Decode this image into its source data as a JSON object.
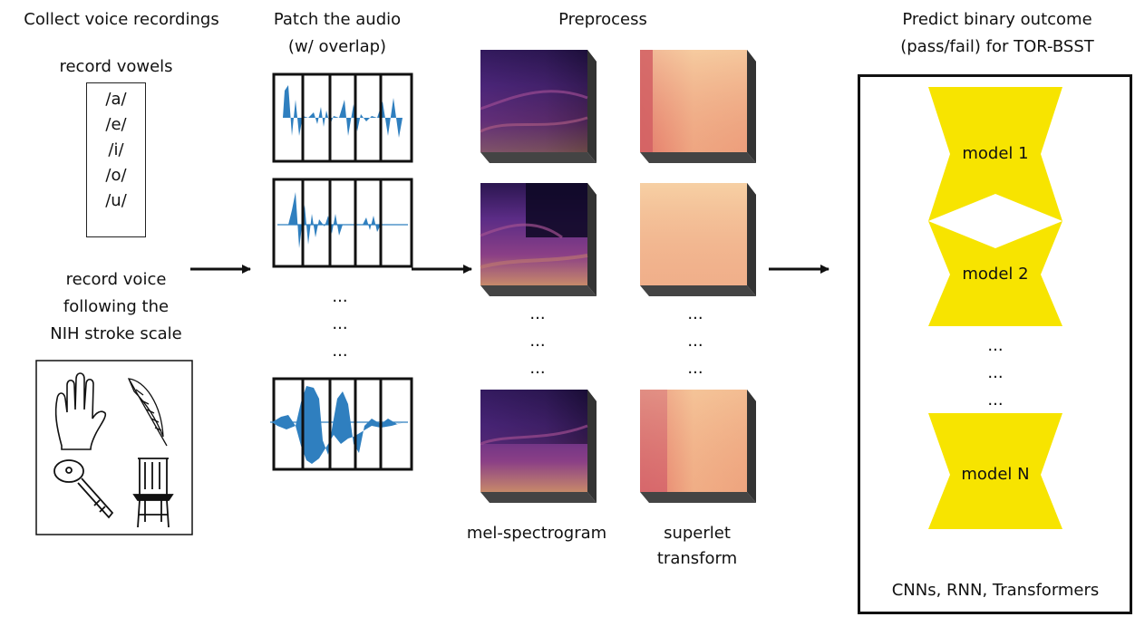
{
  "columns": {
    "collect": "Collect voice recordings",
    "patch": [
      "Patch the audio",
      "(w/ overlap)"
    ],
    "preprocess": "Preprocess",
    "predict": [
      "Predict binary outcome",
      "(pass/fail) for TOR-BSST"
    ]
  },
  "record_vowels_label": "record vowels",
  "vowels": [
    "/a/",
    "/e/",
    "/i/",
    "/o/",
    "/u/"
  ],
  "record_voice_label": [
    "record voice",
    "following the",
    "NIH stroke scale"
  ],
  "ellipsis": "...",
  "spectrogram_labels": {
    "mel": "mel-spectrogram",
    "superlet": [
      "superlet",
      "transform"
    ]
  },
  "models": [
    "model 1",
    "model 2",
    "model N"
  ],
  "model_types": "CNNs, RNN, Transformers",
  "colors": {
    "waveform": "#2f7fbf",
    "model": "#f7e400",
    "mel_dark": "#1c0e3a",
    "mel_mid": "#6a2e8c",
    "superlet": "#f1b48a"
  }
}
